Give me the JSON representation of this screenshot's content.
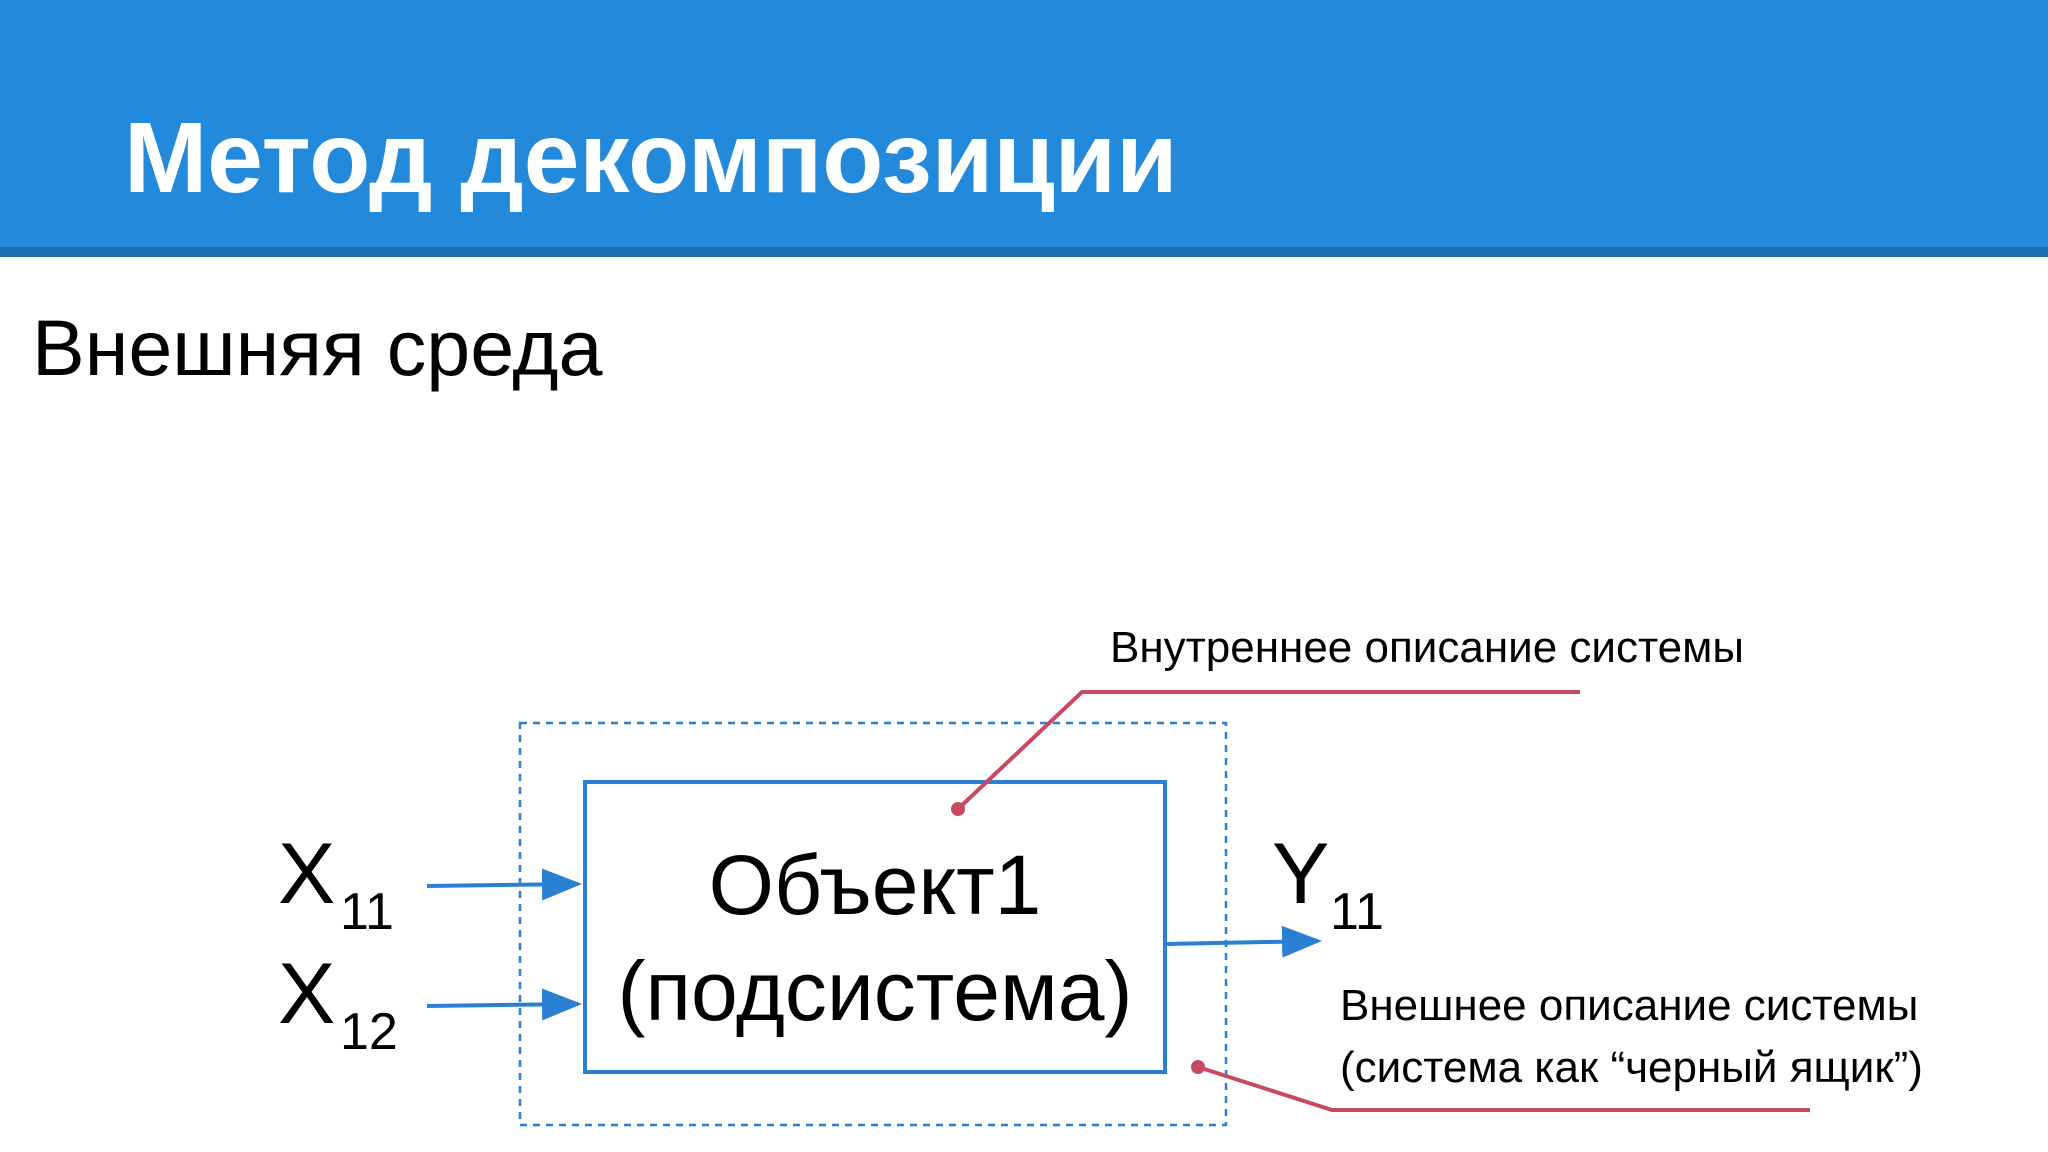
{
  "header": {
    "title": "Метод декомпозиции"
  },
  "subtitle": "Внешняя среда",
  "object_box": {
    "line1": "Объект1",
    "line2": "(подсистема)"
  },
  "inputs": [
    {
      "main": "X",
      "sub": "11"
    },
    {
      "main": "X",
      "sub": "12"
    }
  ],
  "output": {
    "main": "Y",
    "sub": "11"
  },
  "annotations": {
    "internal": "Внутреннее описание системы",
    "external_line1": "Внешнее описание системы",
    "external_line2": "(система как “черный ящик”)"
  },
  "colors": {
    "header": "#2389db",
    "box": "#2a80d2",
    "arrows": "#2a80d2",
    "callout": "#c84a5e"
  }
}
